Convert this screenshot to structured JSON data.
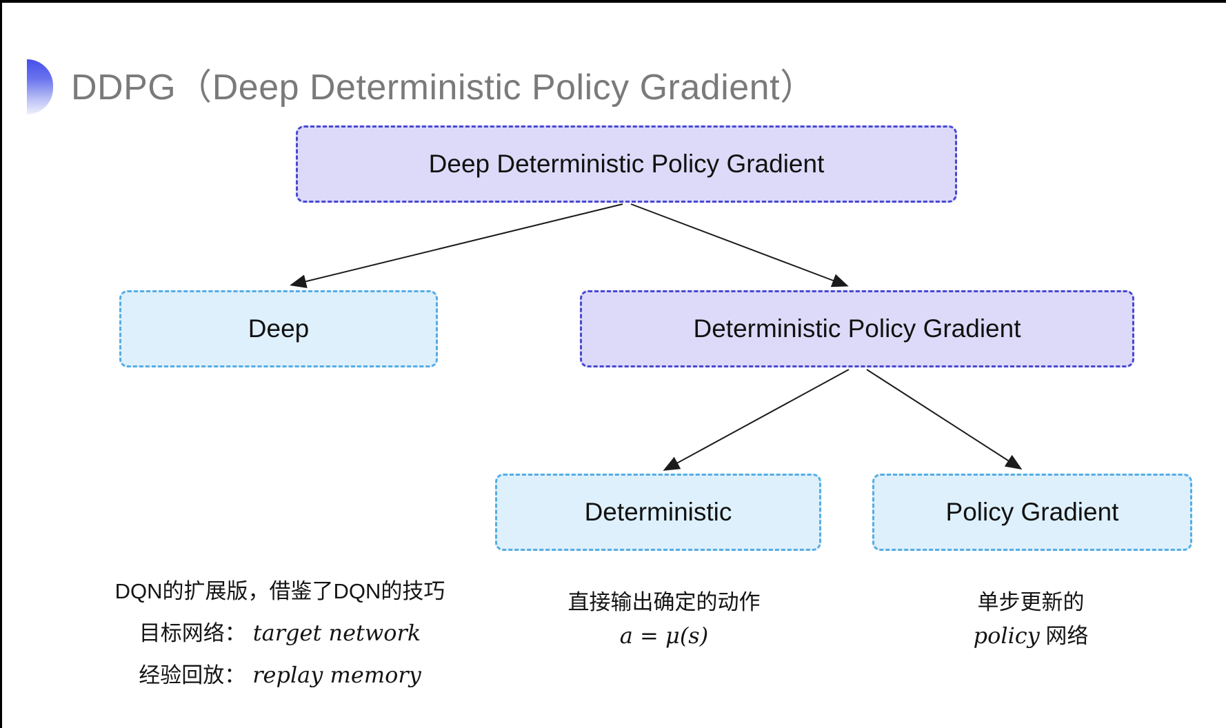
{
  "title": {
    "text": "DDPG（Deep Deterministic Policy Gradient）"
  },
  "tree": {
    "root": {
      "label": "Deep Deterministic Policy Gradient"
    },
    "deep": {
      "label": "Deep"
    },
    "dpg": {
      "label": "Deterministic Policy Gradient"
    },
    "det": {
      "label": "Deterministic"
    },
    "pg": {
      "label": "Policy Gradient"
    }
  },
  "notes": {
    "deep": {
      "line1": "DQN的扩展版，借鉴了DQN的技巧",
      "line2_label": "目标网络：",
      "line2_term": "target network",
      "line3_label": "经验回放：",
      "line3_term": "replay memory"
    },
    "deterministic": {
      "line1": "直接输出确定的动作",
      "formula": "a = μ(s)"
    },
    "policy_gradient": {
      "line1": "单步更新的",
      "term": "policy",
      "suffix": " 网络"
    }
  },
  "colors": {
    "node_purple_fill": "#dcdaf8",
    "node_purple_border": "#4747d1",
    "node_cyan_fill": "#def0fb",
    "node_cyan_border": "#54ace4",
    "arrow": "#1b1b1b",
    "title_gray": "#7a7a7a",
    "bullet_gradient_top": "#4450e8",
    "bullet_gradient_bottom": "#eef0fc"
  }
}
